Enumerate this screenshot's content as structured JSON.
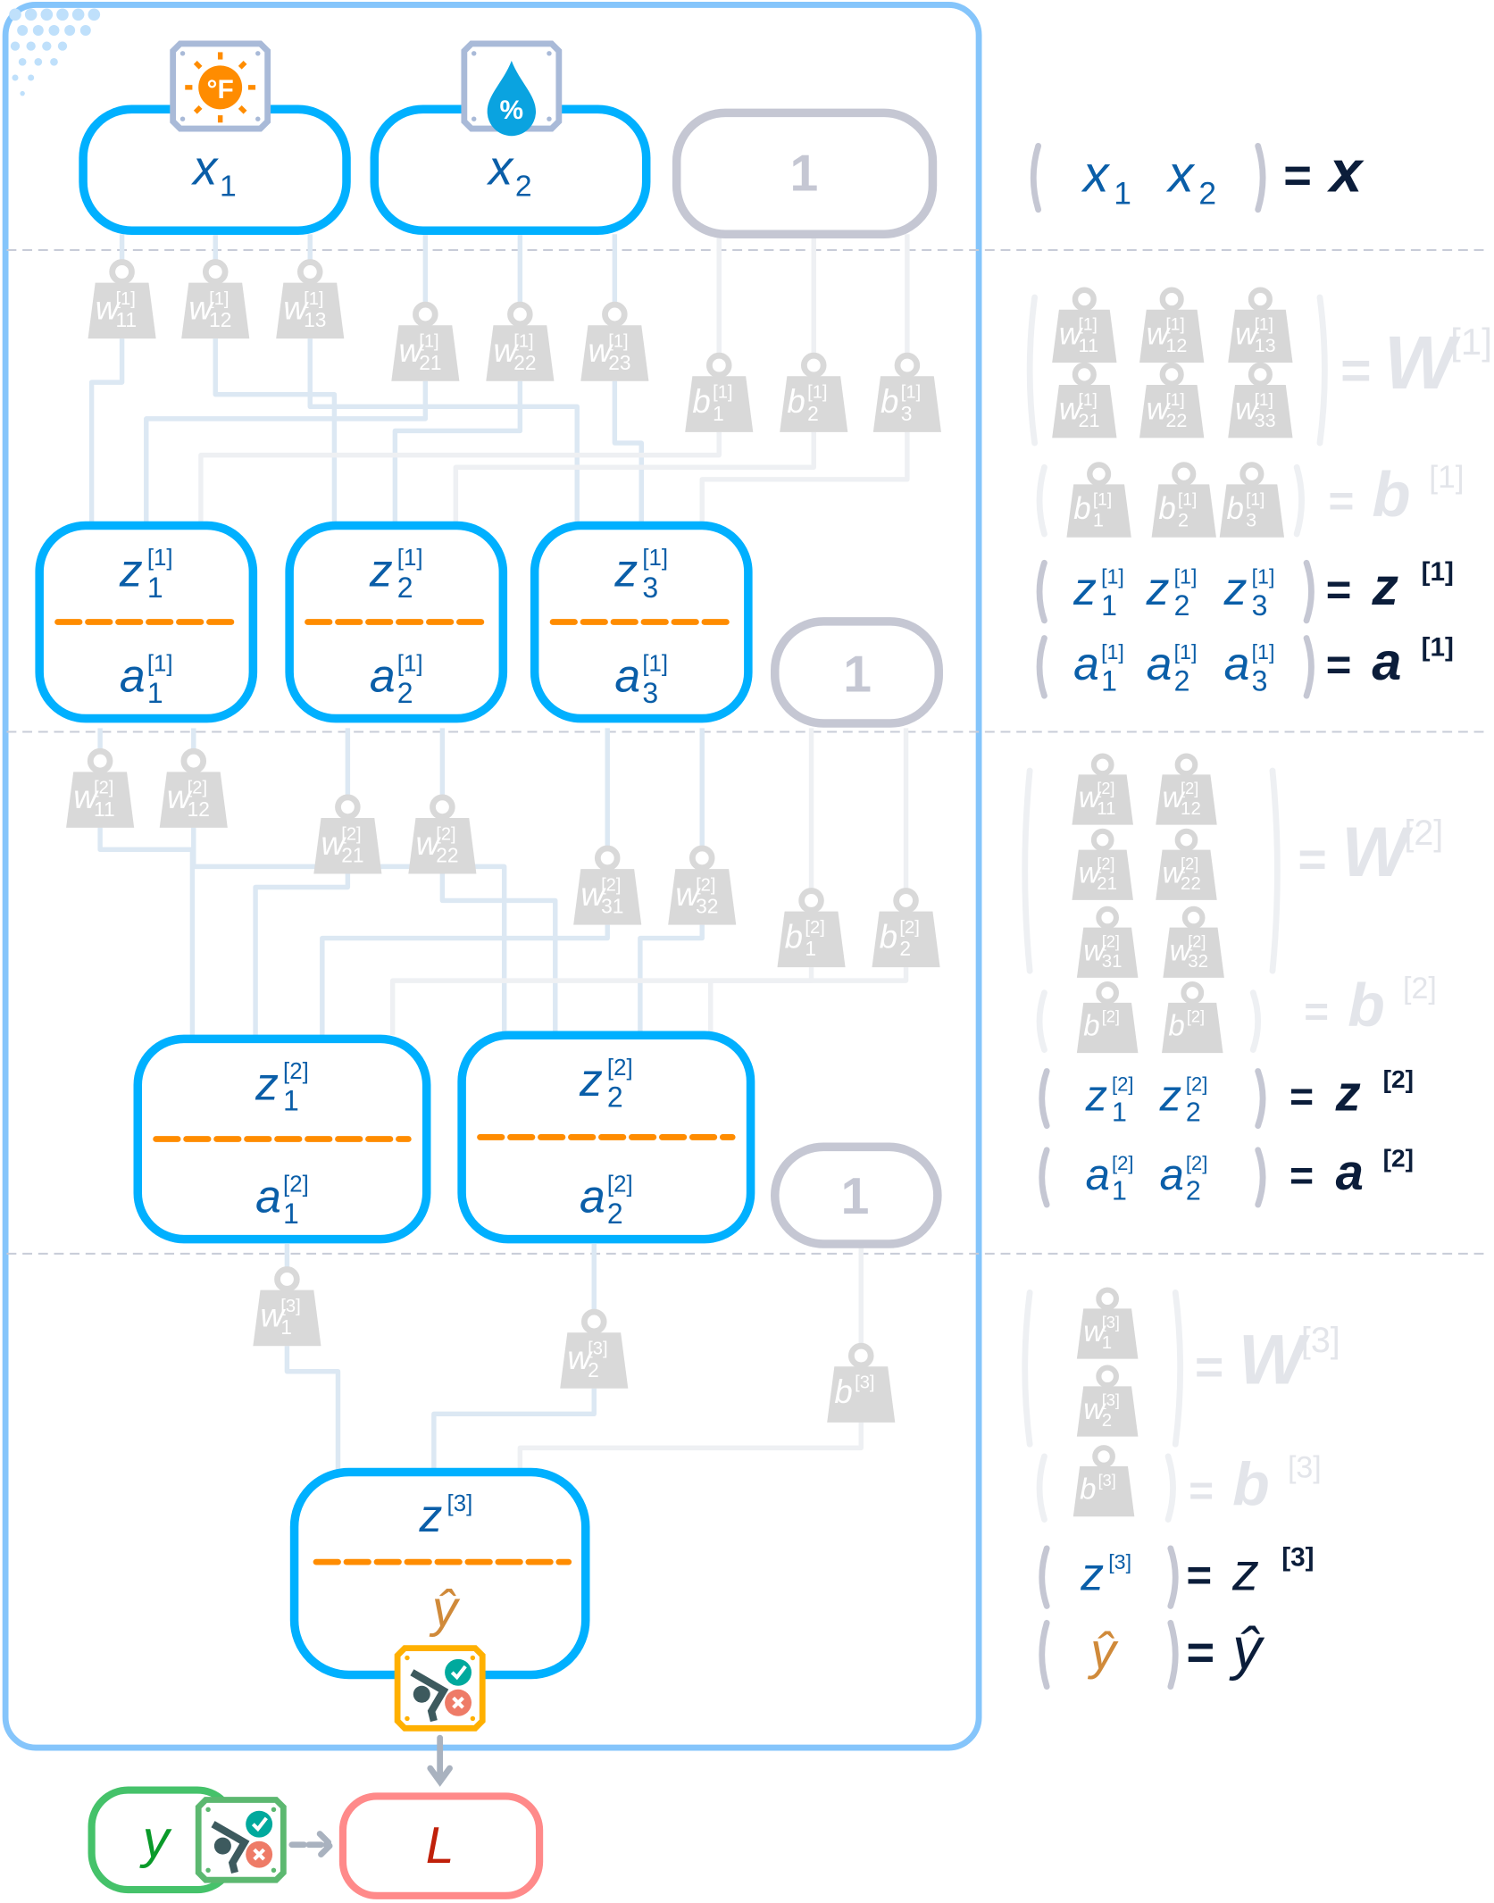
{
  "colors": {
    "node_border": "#00b0ff",
    "frame": "#85c5fb",
    "math_blue": "#0a5ea8",
    "navy": "#0b1d3a",
    "orange": "#ff8c00",
    "bias_gray": "#c5c7d3",
    "weight_gray": "#d9d9d9",
    "y_green": "#45c26a",
    "loss_red": "#ff8a8a",
    "yhat": "#d08a3a"
  },
  "icons": {
    "temperature": "thermometer-sun-icon",
    "temperature_text": "°F",
    "humidity": "humidity-drop-icon",
    "humidity_text": "%",
    "classifier": "classifier-check-cross-icon"
  },
  "inputs": [
    {
      "base": "x",
      "sub": "1"
    },
    {
      "base": "x",
      "sub": "2"
    }
  ],
  "bias_label": "1",
  "layer1": {
    "weights": [
      {
        "base": "w",
        "sub": "11",
        "sup": "[1]"
      },
      {
        "base": "w",
        "sub": "12",
        "sup": "[1]"
      },
      {
        "base": "w",
        "sub": "13",
        "sup": "[1]"
      },
      {
        "base": "w",
        "sub": "21",
        "sup": "[1]"
      },
      {
        "base": "w",
        "sub": "22",
        "sup": "[1]"
      },
      {
        "base": "w",
        "sub": "23",
        "sup": "[1]"
      },
      {
        "base": "b",
        "sub": "1",
        "sup": "[1]"
      },
      {
        "base": "b",
        "sub": "2",
        "sup": "[1]"
      },
      {
        "base": "b",
        "sub": "3",
        "sup": "[1]"
      }
    ],
    "nodes": [
      {
        "z": {
          "base": "z",
          "sub": "1",
          "sup": "[1]"
        },
        "a": {
          "base": "a",
          "sub": "1",
          "sup": "[1]"
        }
      },
      {
        "z": {
          "base": "z",
          "sub": "2",
          "sup": "[1]"
        },
        "a": {
          "base": "a",
          "sub": "2",
          "sup": "[1]"
        }
      },
      {
        "z": {
          "base": "z",
          "sub": "3",
          "sup": "[1]"
        },
        "a": {
          "base": "a",
          "sub": "3",
          "sup": "[1]"
        }
      }
    ]
  },
  "layer2": {
    "weights": [
      {
        "base": "w",
        "sub": "11",
        "sup": "[2]"
      },
      {
        "base": "w",
        "sub": "12",
        "sup": "[2]"
      },
      {
        "base": "w",
        "sub": "21",
        "sup": "[2]"
      },
      {
        "base": "w",
        "sub": "22",
        "sup": "[2]"
      },
      {
        "base": "w",
        "sub": "31",
        "sup": "[2]"
      },
      {
        "base": "w",
        "sub": "32",
        "sup": "[2]"
      },
      {
        "base": "b",
        "sub": "1",
        "sup": "[2]"
      },
      {
        "base": "b",
        "sub": "2",
        "sup": "[2]"
      }
    ],
    "nodes": [
      {
        "z": {
          "base": "z",
          "sub": "1",
          "sup": "[2]"
        },
        "a": {
          "base": "a",
          "sub": "1",
          "sup": "[2]"
        }
      },
      {
        "z": {
          "base": "z",
          "sub": "2",
          "sup": "[2]"
        },
        "a": {
          "base": "a",
          "sub": "2",
          "sup": "[2]"
        }
      }
    ]
  },
  "layer3": {
    "weights": [
      {
        "base": "w",
        "sub": "1",
        "sup": "[3]"
      },
      {
        "base": "w",
        "sub": "2",
        "sup": "[3]"
      },
      {
        "base": "b",
        "sup": "[3]"
      }
    ],
    "node": {
      "z": {
        "base": "z",
        "sup": "[3]"
      },
      "yhat": {
        "base": "ŷ"
      }
    }
  },
  "loss": {
    "y": {
      "base": "y"
    },
    "L": {
      "base": "L"
    }
  },
  "equations": {
    "equals": "=",
    "x_row": {
      "items": [
        {
          "base": "x",
          "sub": "1"
        },
        {
          "base": "x",
          "sub": "2"
        }
      ],
      "result": {
        "base": "x"
      }
    },
    "W1": {
      "items": [
        {
          "base": "w",
          "sub": "11",
          "sup": "[1]"
        },
        {
          "base": "w",
          "sub": "12",
          "sup": "[1]"
        },
        {
          "base": "w",
          "sub": "13",
          "sup": "[1]"
        },
        {
          "base": "w",
          "sub": "21",
          "sup": "[1]"
        },
        {
          "base": "w",
          "sub": "22",
          "sup": "[1]"
        },
        {
          "base": "w",
          "sub": "33",
          "sup": "[1]"
        }
      ],
      "result": {
        "base": "W",
        "sup": "[1]"
      }
    },
    "b1": {
      "items": [
        {
          "base": "b",
          "sub": "1",
          "sup": "[1]"
        },
        {
          "base": "b",
          "sub": "2",
          "sup": "[1]"
        },
        {
          "base": "b",
          "sub": "3",
          "sup": "[1]"
        }
      ],
      "result": {
        "base": "b",
        "sup": "[1]"
      }
    },
    "z1": {
      "items": [
        {
          "base": "z",
          "sub": "1",
          "sup": "[1]"
        },
        {
          "base": "z",
          "sub": "2",
          "sup": "[1]"
        },
        {
          "base": "z",
          "sub": "3",
          "sup": "[1]"
        }
      ],
      "result": {
        "base": "z",
        "sup": "[1]"
      }
    },
    "a1": {
      "items": [
        {
          "base": "a",
          "sub": "1",
          "sup": "[1]"
        },
        {
          "base": "a",
          "sub": "2",
          "sup": "[1]"
        },
        {
          "base": "a",
          "sub": "3",
          "sup": "[1]"
        }
      ],
      "result": {
        "base": "a",
        "sup": "[1]"
      }
    },
    "W2": {
      "items": [
        {
          "base": "w",
          "sub": "11",
          "sup": "[2]"
        },
        {
          "base": "w",
          "sub": "12",
          "sup": "[2]"
        },
        {
          "base": "w",
          "sub": "21",
          "sup": "[2]"
        },
        {
          "base": "w",
          "sub": "22",
          "sup": "[2]"
        },
        {
          "base": "w",
          "sub": "31",
          "sup": "[2]"
        },
        {
          "base": "w",
          "sub": "32",
          "sup": "[2]"
        }
      ],
      "result": {
        "base": "W",
        "sup": "[2]"
      }
    },
    "b2": {
      "items": [
        {
          "base": "b",
          "sup": "[2]"
        },
        {
          "base": "b",
          "sup": "[2]"
        }
      ],
      "result": {
        "base": "b",
        "sup": "[2]"
      }
    },
    "z2": {
      "items": [
        {
          "base": "z",
          "sub": "1",
          "sup": "[2]"
        },
        {
          "base": "z",
          "sub": "2",
          "sup": "[2]"
        }
      ],
      "result": {
        "base": "z",
        "sup": "[2]"
      }
    },
    "a2": {
      "items": [
        {
          "base": "a",
          "sub": "1",
          "sup": "[2]"
        },
        {
          "base": "a",
          "sub": "2",
          "sup": "[2]"
        }
      ],
      "result": {
        "base": "a",
        "sup": "[2]"
      }
    },
    "W3": {
      "items": [
        {
          "base": "w",
          "sub": "1",
          "sup": "[3]"
        },
        {
          "base": "w",
          "sub": "2",
          "sup": "[3]"
        }
      ],
      "result": {
        "base": "W",
        "sup": "[3]"
      }
    },
    "b3": {
      "items": [
        {
          "base": "b",
          "sup": "[3]"
        }
      ],
      "result": {
        "base": "b",
        "sup": "[3]"
      }
    },
    "z3": {
      "items": [
        {
          "base": "z",
          "sup": "[3]"
        }
      ],
      "result": {
        "base": "z",
        "sup": "[3]"
      }
    },
    "yhat": {
      "items": [
        {
          "base": "ŷ"
        }
      ],
      "result": {
        "base": "ŷ"
      }
    }
  }
}
